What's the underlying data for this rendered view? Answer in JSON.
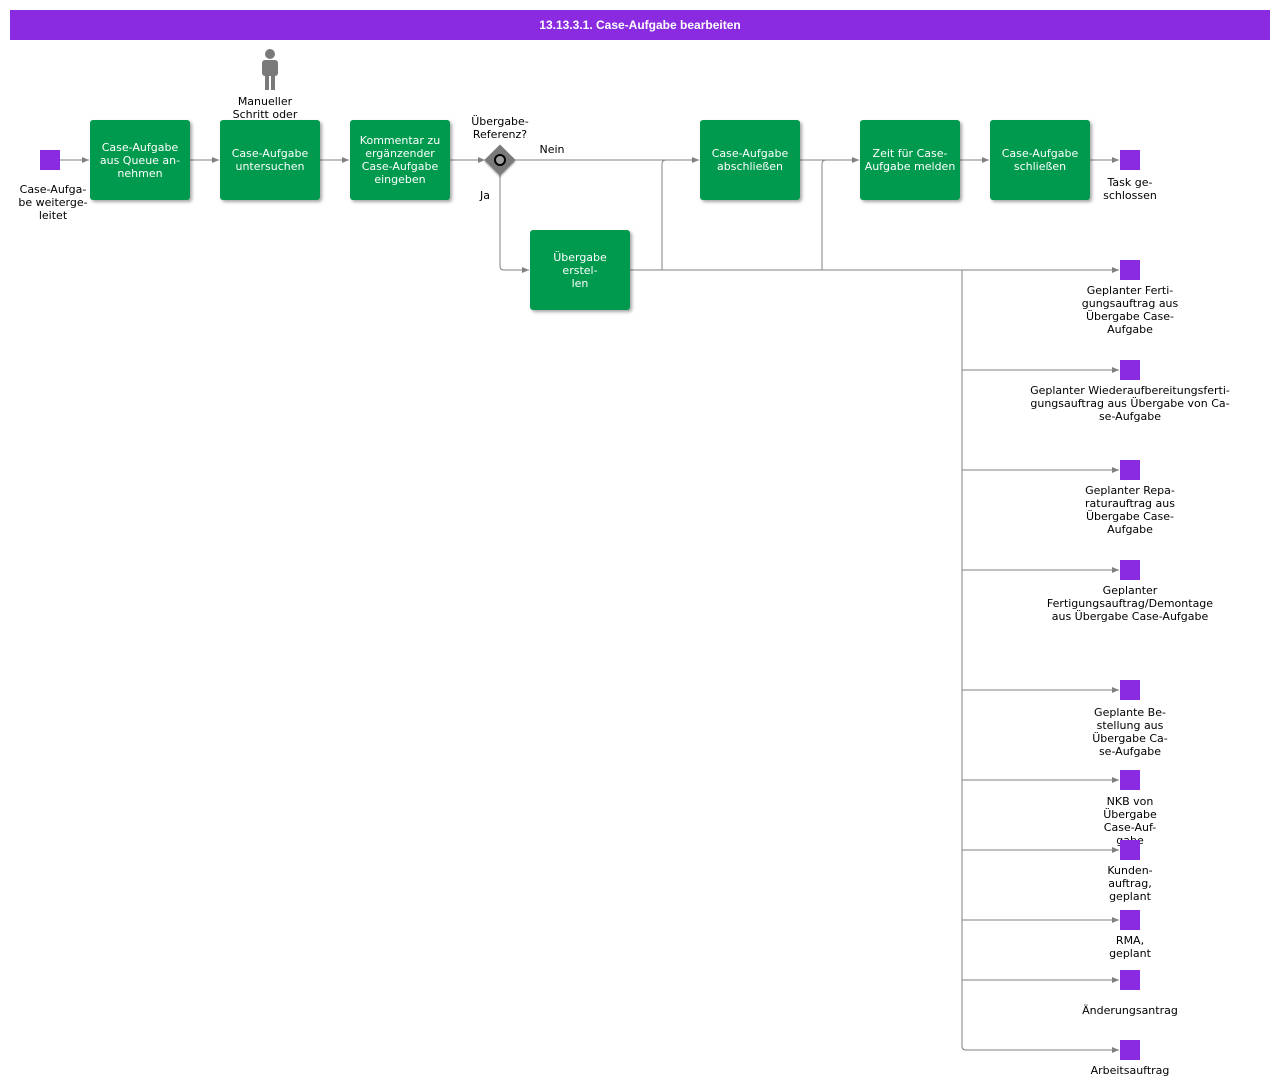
{
  "header": {
    "title": "13.13.3.1. Case-Aufgabe bearbeiten"
  },
  "colors": {
    "accent": "#8a2be2",
    "task": "#009a4e",
    "line": "#808080"
  },
  "start_event": {
    "label": "Case-Aufga-\nbe weiterge-\nleitet"
  },
  "actor": {
    "label": "Manueller\nSchritt oder\nexternes Tool",
    "icon": "person-icon"
  },
  "tasks": {
    "t1": "Case-Aufgabe\naus Queue an-\nnehmen",
    "t2": "Case-Aufgabe\nuntersuchen",
    "t3": "Kommentar zu\nergänzender\nCase-Aufgabe\neingeben",
    "t4": "Übergabe erstel-\nlen",
    "t5": "Case-Aufgabe\nabschließen",
    "t6": "Zeit für Case-\nAufgabe melden",
    "t7": "Case-Aufgabe\nschließen"
  },
  "gateway": {
    "label": "Übergabe-\nReferenz?",
    "yes": "Ja",
    "no": "Nein"
  },
  "end_events": [
    "Task ge-\nschlossen",
    "Geplanter Ferti-\ngungsauftrag aus\nÜbergabe Case-\nAufgabe",
    "Geplanter Wiederaufbereitungsferti-\ngungsauftrag aus Übergabe von Ca-\nse-Aufgabe",
    "Geplanter Repa-\nraturauftrag aus\nÜbergabe Case-\nAufgabe",
    "Geplanter\nFertigungsauftrag/Demontage\naus Übergabe Case-Aufgabe",
    "Geplante Be-\nstellung aus\nÜbergabe Ca-\nse-Aufgabe",
    "NKB von\nÜbergabe\nCase-Auf-\ngabe",
    "Kunden-\nauftrag,\ngeplant",
    "RMA,\ngeplant",
    "Änderungsantrag",
    "Arbeitsauftrag"
  ]
}
